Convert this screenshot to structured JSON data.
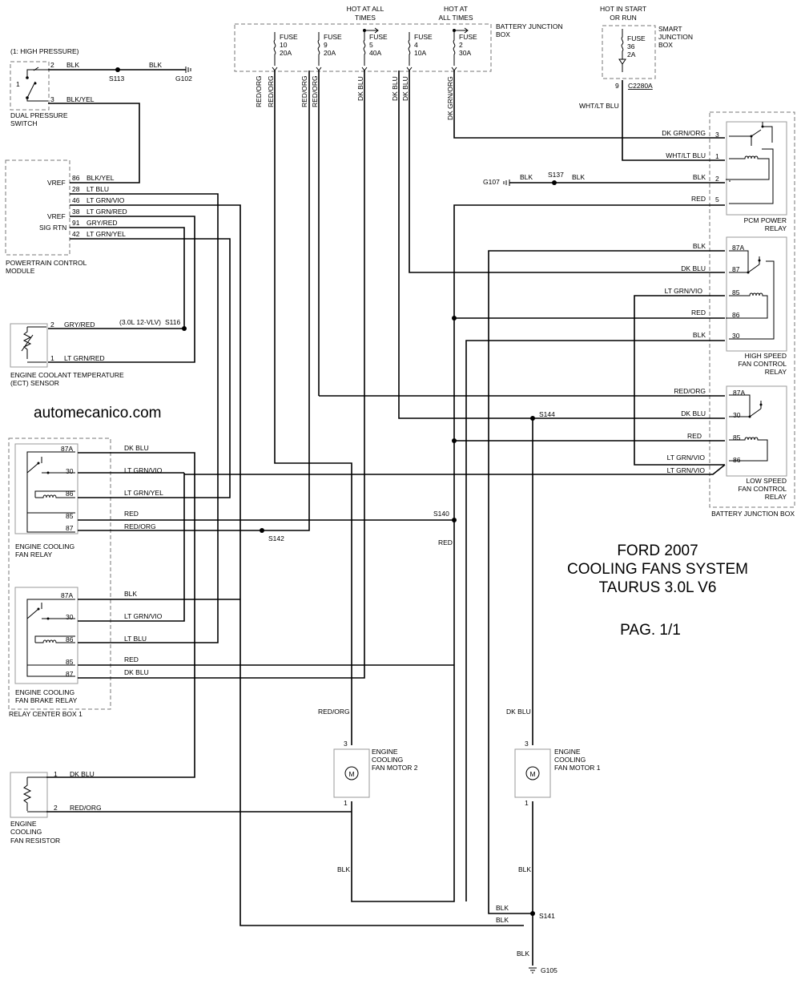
{
  "watermark": "automecanico.com",
  "title": {
    "line1": "FORD 2007",
    "line2": "COOLING FANS SYSTEM",
    "line3": "TAURUS 3.0L V6",
    "page": "PAG. 1/1"
  },
  "battery_junction_box": {
    "label_top": "BATTERY JUNCTION",
    "label_top2": "BOX",
    "label_bottom": "BATTERY JUNCTION BOX",
    "hot1": "HOT AT ALL",
    "hot2": "TIMES",
    "hot3": "HOT AT",
    "hot4": "ALL TIMES",
    "fuses": [
      {
        "fuse": "FUSE",
        "num": "10",
        "amp": "20A"
      },
      {
        "fuse": "FUSE",
        "num": "9",
        "amp": "20A"
      },
      {
        "fuse": "FUSE",
        "num": "5",
        "amp": "40A"
      },
      {
        "fuse": "FUSE",
        "num": "4",
        "amp": "10A"
      },
      {
        "fuse": "FUSE",
        "num": "2",
        "amp": "30A"
      }
    ]
  },
  "smart_junction_box": {
    "hot1": "HOT IN START",
    "hot2": "OR RUN",
    "fuse": "FUSE",
    "num": "36",
    "amp": "2A",
    "label1": "SMART",
    "label2": "JUNCTION",
    "label3": "BOX",
    "pin": "9",
    "connector": "C2280A"
  },
  "dual_pressure_switch": {
    "note": "(1: HIGH PRESSURE)",
    "label1": "DUAL PRESSURE",
    "label2": "SWITCH",
    "pin2": "2",
    "pin3": "3",
    "contact": "1",
    "wire2": "BLK",
    "wire2b": "BLK",
    "wire3": "BLK/YEL",
    "splice": "S113",
    "ground": "G102"
  },
  "pcm": {
    "label1": "POWERTRAIN CONTROL",
    "label2": "MODULE",
    "vref1": "VREF",
    "vref2": "VREF",
    "sigrtn": "SIG RTN",
    "pins": [
      {
        "pin": "86",
        "wire": "BLK/YEL"
      },
      {
        "pin": "28",
        "wire": "LT BLU"
      },
      {
        "pin": "46",
        "wire": "LT GRN/VIO"
      },
      {
        "pin": "38",
        "wire": "LT GRN/RED"
      },
      {
        "pin": "91",
        "wire": "GRY/RED"
      },
      {
        "pin": "42",
        "wire": "LT GRN/YEL"
      }
    ]
  },
  "ect": {
    "label1": "ENGINE COOLANT TEMPERATURE",
    "label2": "(ECT) SENSOR",
    "pin2": "2",
    "wire2": "GRY/RED",
    "note": "(3.0L 12-VLV)",
    "splice": "S116",
    "pin1": "1",
    "wire1": "LT GRN/RED"
  },
  "fan_relay": {
    "label1": "ENGINE COOLING",
    "label2": "FAN RELAY",
    "pins": [
      "87A",
      "30",
      "86",
      "85",
      "87"
    ],
    "wires": [
      "DK BLU",
      "LT GRN/VIO",
      "LT GRN/YEL",
      "RED",
      "RED/ORG"
    ]
  },
  "brake_relay": {
    "label1": "ENGINE COOLING",
    "label2": "FAN BRAKE RELAY",
    "pins": [
      "87A",
      "30",
      "86",
      "85",
      "87"
    ],
    "wires": [
      "BLK",
      "LT GRN/VIO",
      "LT BLU",
      "RED",
      "DK BLU"
    ]
  },
  "relay_center_box": "RELAY CENTER BOX 1",
  "fan_resistor": {
    "label1": "ENGINE",
    "label2": "COOLING",
    "label3": "FAN RESISTOR",
    "pin1": "1",
    "wire1": "DK BLU",
    "pin2": "2",
    "wire2": "RED/ORG"
  },
  "pcm_power_relay": {
    "label1": "PCM POWER",
    "label2": "RELAY",
    "pins": [
      "3",
      "1",
      "2",
      "5"
    ],
    "wires": [
      "DK GRN/ORG",
      "WHT/LT BLU",
      "BLK",
      "RED"
    ]
  },
  "high_speed_relay": {
    "label1": "HIGH SPEED",
    "label2": "FAN CONTROL",
    "label3": "RELAY",
    "pins": [
      "87A",
      "87",
      "85",
      "86",
      "30"
    ],
    "wires": [
      "BLK",
      "DK BLU",
      "LT GRN/VIO",
      "RED",
      "BLK"
    ]
  },
  "low_speed_relay": {
    "label1": "LOW SPEED",
    "label2": "FAN CONTROL",
    "label3": "RELAY",
    "pins": [
      "87A",
      "30",
      "85",
      "86"
    ],
    "wires": [
      "RED/ORG",
      "DK BLU",
      "RED",
      "LT GRN/VIO"
    ],
    "extra_wire": "LT GRN/VIO"
  },
  "vertical_wires": {
    "f10a": "RED/ORG",
    "f10b": "RED/ORG",
    "f9a": "RED/ORG",
    "f9b": "RED/ORG",
    "f5": "DK BLU",
    "f4a": "DK BLU",
    "f4b": "DK BLU",
    "f2": "DK GRN/ORG",
    "smart": "WHT/LT BLU"
  },
  "ground_g107": {
    "ground": "G107",
    "wire1": "BLK",
    "splice": "S137",
    "wire2": "BLK"
  },
  "splices": {
    "s144": "S144",
    "s140": "S140",
    "s142": "S142",
    "s141": "S141",
    "g105": "G105"
  },
  "red_label": "RED",
  "motor2": {
    "label1": "ENGINE",
    "label2": "COOLING",
    "label3": "FAN MOTOR 2",
    "pin3": "3",
    "pin1": "1",
    "wire_in": "RED/ORG",
    "wire_out": "BLK",
    "symbol": "M"
  },
  "motor1": {
    "label1": "ENGINE",
    "label2": "COOLING",
    "label3": "FAN MOTOR 1",
    "pin3": "3",
    "pin1": "1",
    "wire_in": "DK BLU",
    "wire_out": "BLK",
    "symbol": "M"
  },
  "s141_wires": {
    "w1": "BLK",
    "w2": "BLK",
    "w3": "BLK"
  }
}
